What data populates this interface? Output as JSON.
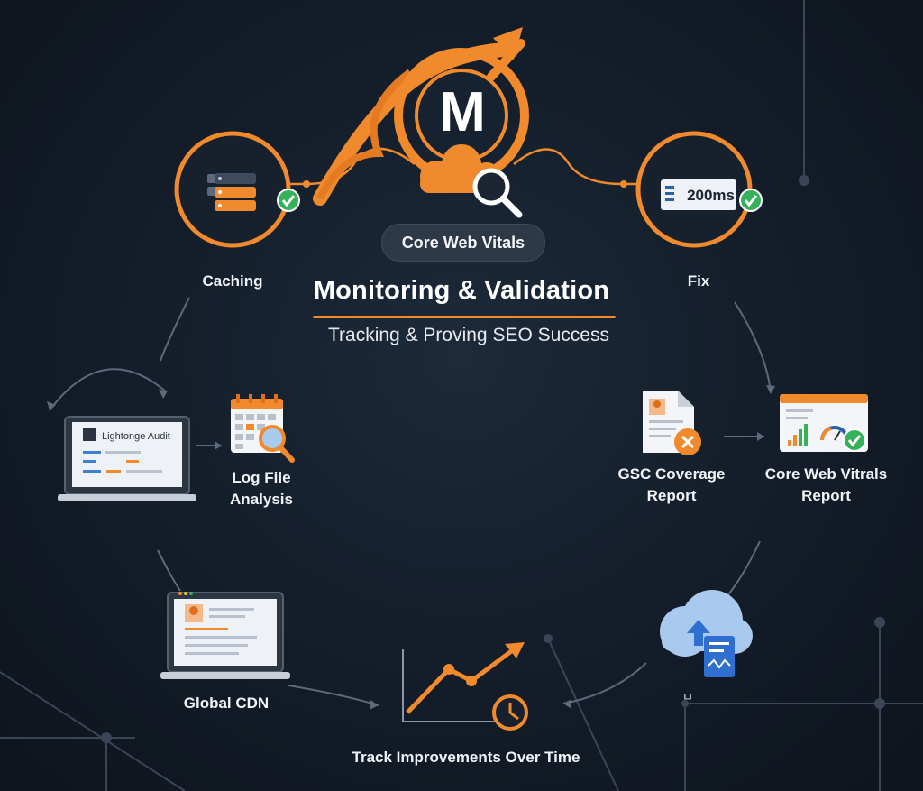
{
  "center": {
    "badge": "Core Web Vitals",
    "title": "Monitoring & Validation",
    "subtitle": "Tracking & Proving SEO Success",
    "logo_letter": "M"
  },
  "nodes": {
    "caching": "Caching",
    "fix": "Fix",
    "fix_value": "200ms",
    "lighthouse_window": "Lightonge Audit",
    "log_file_analysis": "Log File\nAnalysis",
    "gsc_coverage_report": "GSC Coverage\nReport",
    "core_web_vitals_report": "Core Web Vitrals\nReport",
    "global_cdn": "Global CDN",
    "track_improvements": "Track Improvements Over Time",
    "mini_symbol": "ㅁ"
  },
  "colors": {
    "accent": "#f08a2c",
    "background": "#131c28",
    "success": "#34b25a",
    "cloud": "#a9c9ef",
    "server_blue": "#2f6fd0",
    "connector": "#5c6a7a"
  },
  "icons": [
    "m-logo-arrow-icon",
    "magnifier-icon",
    "server-stack-icon",
    "check-icon",
    "browser-window-icon",
    "laptop-icon",
    "calendar-search-icon",
    "document-error-icon",
    "dashboard-gauge-icon",
    "laptop-profile-icon",
    "trend-chart-icon",
    "clock-icon",
    "cloud-upload-icon"
  ]
}
